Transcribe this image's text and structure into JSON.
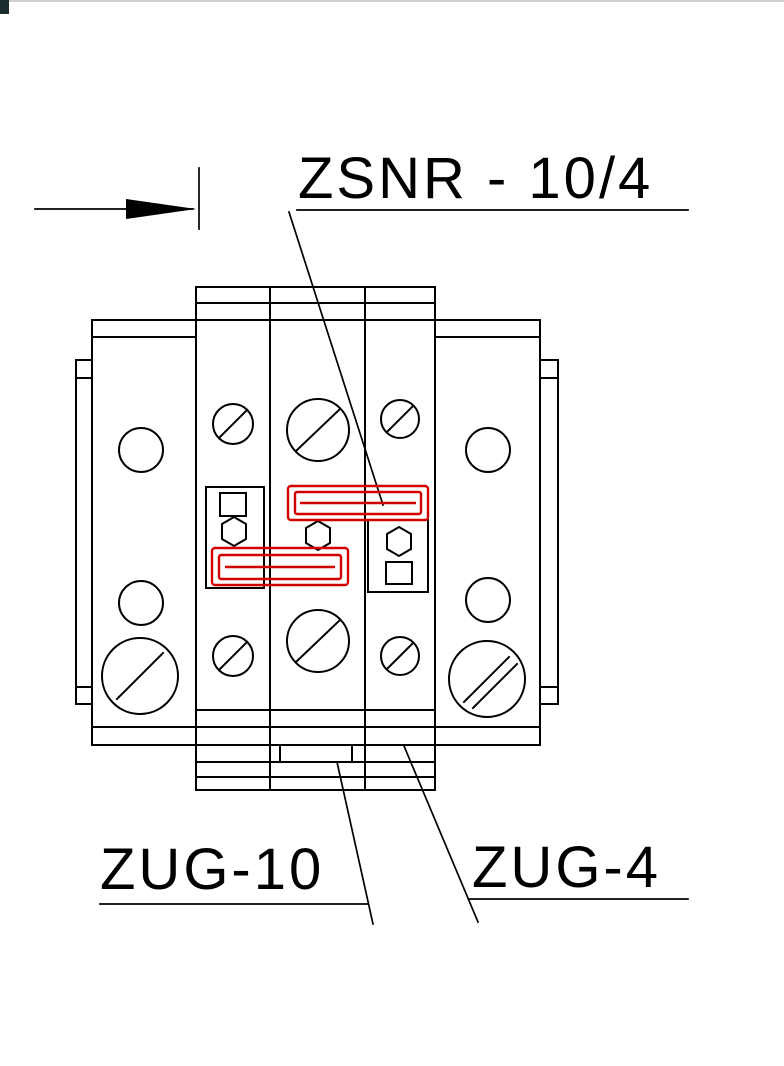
{
  "labels": {
    "jumper_bar": "ZSNR - 10/4",
    "terminal_wide": "ZUG-10",
    "terminal_narrow": "ZUG-4"
  },
  "colors": {
    "line": "#000000",
    "highlight": "#d40000",
    "background": "#ffffff",
    "artifact": "#1c2b2d",
    "top_edge": "#cfcfcf"
  }
}
